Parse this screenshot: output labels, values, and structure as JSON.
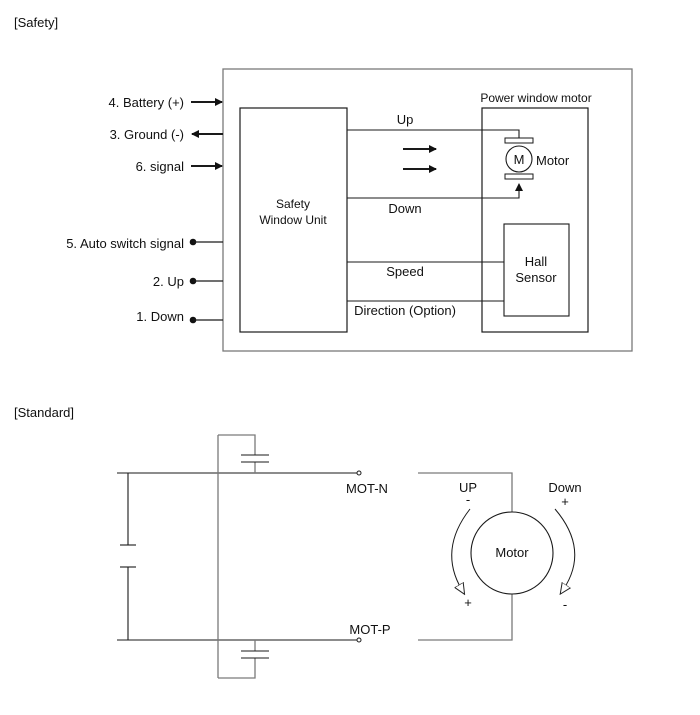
{
  "sections": {
    "safety_title": "[Safety]",
    "standard_title": "[Standard]"
  },
  "safety": {
    "inputs": [
      {
        "label": "4. Battery (+)",
        "kind": "arrow-in"
      },
      {
        "label": "3. Ground (-)",
        "kind": "arrow-out"
      },
      {
        "label": "6. signal",
        "kind": "arrow-in"
      },
      {
        "label": "5. Auto switch signal",
        "kind": "dot"
      },
      {
        "label": "2. Up",
        "kind": "dot"
      },
      {
        "label": "1. Down",
        "kind": "dot"
      }
    ],
    "unit_label_line1": "Safety",
    "unit_label_line2": "Window Unit",
    "wire_up": "Up",
    "wire_down": "Down",
    "wire_speed": "Speed",
    "wire_direction": "Direction (Option)",
    "motor_box_title": "Power window motor",
    "motor_symbol": "M",
    "motor_label": "Motor",
    "hall_line1": "Hall",
    "hall_line2": "Sensor"
  },
  "standard": {
    "terminal_n": "MOT-N",
    "terminal_p": "MOT-P",
    "motor_label": "Motor",
    "up_label": "UP",
    "up_top_sign": "-",
    "up_bottom_sign": "+",
    "down_label": "Down",
    "down_top_sign": "+",
    "down_bottom_sign": "-"
  }
}
